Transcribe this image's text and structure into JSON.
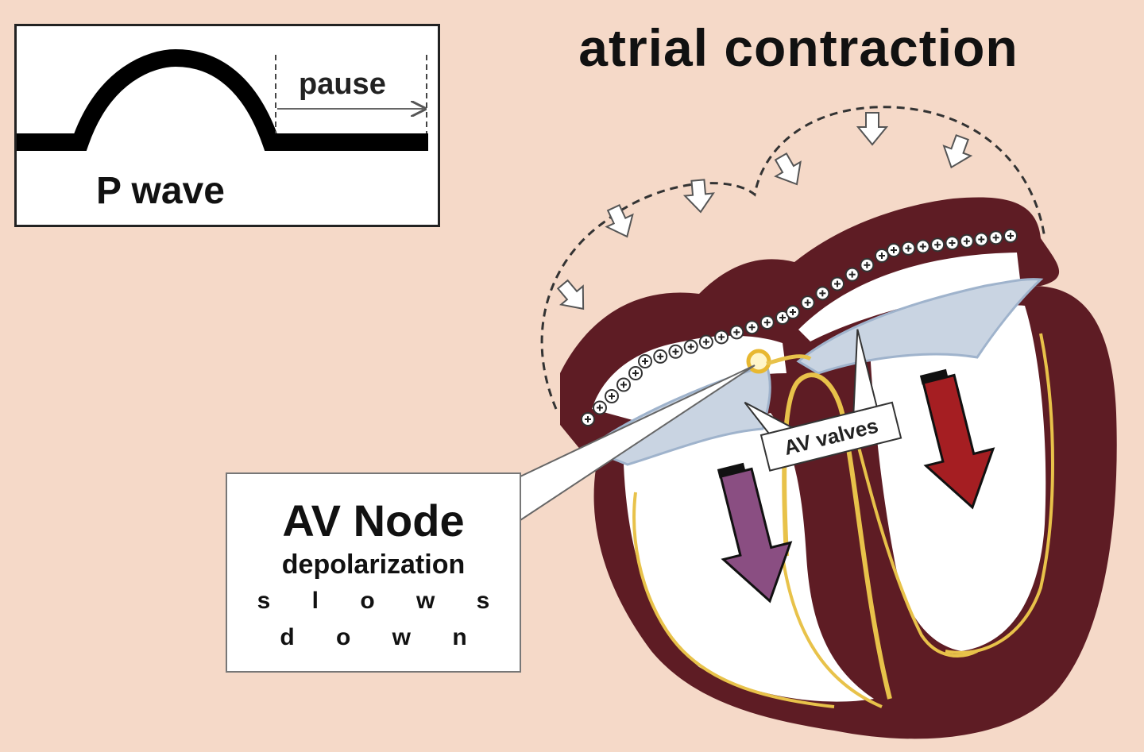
{
  "title": "atrial contraction",
  "ecg": {
    "wave_label": "P wave",
    "pause_label": "pause"
  },
  "callouts": {
    "av_node_title": "AV Node",
    "av_node_subtitle": "depolarization",
    "av_node_line1": "s l o w s",
    "av_node_line2": "d o w n",
    "av_valves": "AV valves"
  },
  "colors": {
    "background": "#f5d9c8",
    "heart_wall": "#5e1c24",
    "purkinje": "#e8c24a",
    "valve": "#c9d4e2",
    "left_arrow": "#8a4e82",
    "right_arrow": "#a51e22"
  }
}
